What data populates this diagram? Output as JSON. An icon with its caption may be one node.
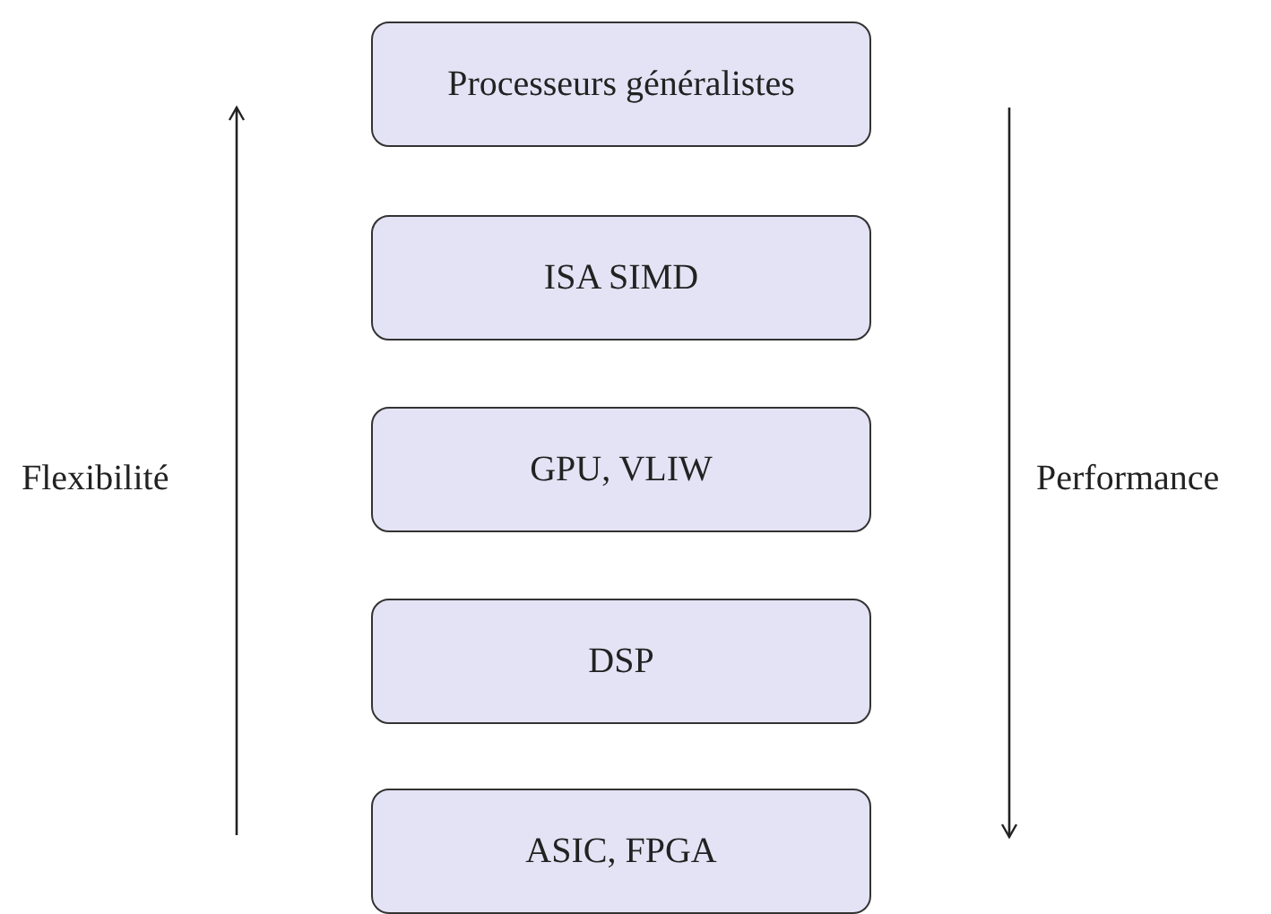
{
  "diagram": {
    "nodes": [
      {
        "text": [
          "Processeurs généralistes"
        ]
      },
      {
        "text": [
          "ISA SIMD"
        ]
      },
      {
        "text": [
          "GPU, VLIW"
        ]
      },
      {
        "text": [
          "DSP"
        ]
      },
      {
        "text": [
          "ASIC, FPGA"
        ]
      }
    ],
    "labels": [
      "Flexibilité",
      "Performance"
    ]
  }
}
